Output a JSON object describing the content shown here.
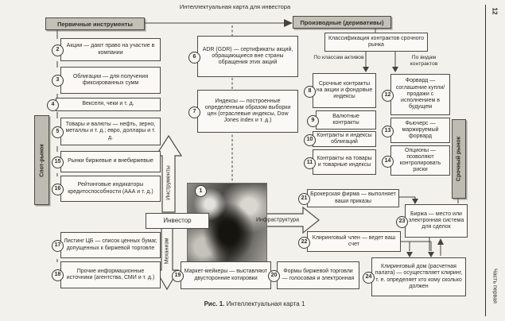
{
  "page": {
    "title": "Интеллектуальная карта для инвестора",
    "caption_prefix": "Рис. 1.",
    "caption_text": " Интеллектуальная карта 1",
    "margin_page_number": "12",
    "margin_part_label": "Часть первая"
  },
  "headers": {
    "primary": "Первичные инструменты",
    "derivatives": "Производные (деривативы)"
  },
  "side_bars": {
    "spot_market": "Спот-рынок",
    "term_market": "Срочный рынок"
  },
  "big_arrows": {
    "instruments": "Инструменты",
    "mechanism": "Механизм",
    "infrastructure": "Инфраструктура"
  },
  "investor_label": "Инвестор",
  "photo_badge": "1",
  "classification": {
    "title": "Классификация контрактов срочного рынка",
    "branch_left": "По классам активов",
    "branch_right": "По видам контрактов"
  },
  "nodes": {
    "n2": {
      "num": "2",
      "text": "Акции — дают право на участие в компании"
    },
    "n3": {
      "num": "3",
      "text": "Облигации — для получения фиксированных сумм"
    },
    "n4": {
      "num": "4",
      "text": "Векселя, чеки и т. д."
    },
    "n5": {
      "num": "5",
      "text": "Товары и валюты — нефть, зерно, металлы и т. д.; евро, доллары и т. д."
    },
    "n6": {
      "num": "6",
      "text": "ADR (GDR) — сертификаты акций, обращающиеся вне страны обращения этих акций"
    },
    "n7": {
      "num": "7",
      "text": "Индексы — построенные определенным образом выборки цен (отраслевые индексы, Dow Jones index и т. д.)"
    },
    "n8": {
      "num": "8",
      "text": "Срочные контракты на акции и фондовые индексы"
    },
    "n9": {
      "num": "9",
      "text": "Валютные контракты"
    },
    "n10": {
      "num": "10",
      "text": "Контракты и индексы облигаций"
    },
    "n11": {
      "num": "11",
      "text": "Контракты на товары и товарные индексы"
    },
    "n12": {
      "num": "12",
      "text": "Форвард — соглашение купли/продажи с исполнением в будущем"
    },
    "n13": {
      "num": "13",
      "text": "Фьючерс — маржируемый форвард"
    },
    "n14": {
      "num": "14",
      "text": "Опционы — позволяют контролировать риски"
    },
    "n15": {
      "num": "15",
      "text": "Рынки биржевые и внебиржевые"
    },
    "n16": {
      "num": "16",
      "text": "Рейтинговые индикаторы кредитоспособности (ААА и т. д.)"
    },
    "n17": {
      "num": "17",
      "text": "Листинг ЦБ — список ценных бумаг, допущенных к биржевой торговле"
    },
    "n18": {
      "num": "18",
      "text": "Прочие информационные источники (агентства, СМИ и т. д.)"
    },
    "n19": {
      "num": "19",
      "text": "Маркет-мейкеры — выставляют двусторонние котировки"
    },
    "n20": {
      "num": "20",
      "text": "Формы биржевой торговли — голосовая и электронная"
    },
    "n21": {
      "num": "21",
      "text": "Брокерская фирма — выполняет ваши приказы"
    },
    "n22": {
      "num": "22",
      "text": "Клиринговый член — ведет ваш счет"
    },
    "n23": {
      "num": "23",
      "text": "Биржа — место или электронная система для сделок"
    },
    "n24": {
      "num": "24",
      "text": "Клиринговый дом (расчетная палата) — осуществляет клиринг, т. е. определяет кто кому сколько должен"
    }
  },
  "colors": {
    "paper": "#f2f1ec",
    "ink": "#2e2c28",
    "shaded_box": "#c3c0b8"
  }
}
